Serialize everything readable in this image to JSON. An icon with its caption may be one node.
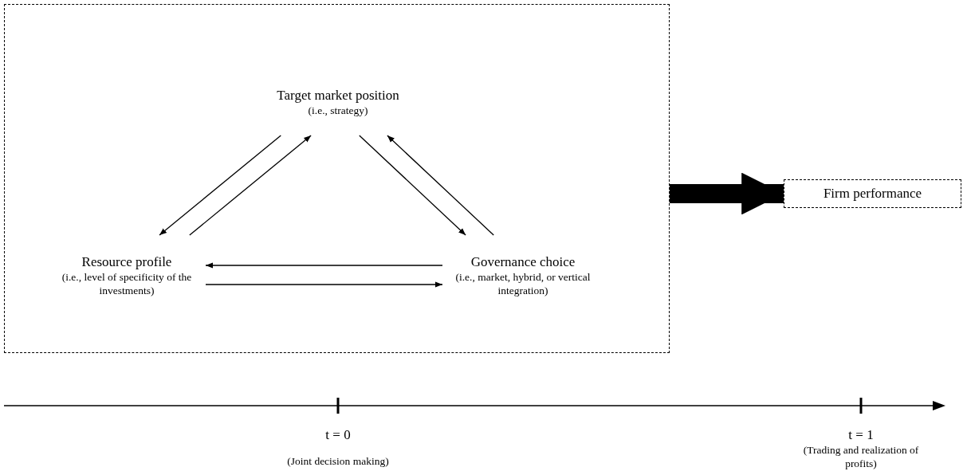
{
  "diagram": {
    "nodes": [
      {
        "text": [],
        "shape": "box"
      },
      {
        "text": [
          "Target market position",
          "(i.e., strategy)"
        ],
        "in": 0
      },
      {
        "text": [
          "Resource profile",
          "(i.e., level of specificity of the investments)"
        ],
        "in": 0
      },
      {
        "text": [
          "Governance choice",
          "(i.e., market, hybrid, or vertical integration)"
        ],
        "in": 0
      },
      {
        "text": [
          "Firm performance"
        ]
      }
    ],
    "edges": [
      {
        "from": 2,
        "to": 1,
        "arrow": "to"
      },
      {
        "from": 1,
        "to": 2,
        "arrow": "to"
      },
      {
        "from": 1,
        "to": 3,
        "arrow": "to"
      },
      {
        "from": 3,
        "to": 1,
        "arrow": "to"
      },
      {
        "from": 2,
        "to": 3,
        "arrow": "to"
      },
      {
        "from": 3,
        "to": 2,
        "arrow": "to"
      },
      {
        "from": 0,
        "to": 4,
        "arrow": "to",
        "style": "thick"
      }
    ],
    "labels": [
      "t = 0",
      "(Joint decision making)",
      "t = 1",
      "(Trading and realization of profits)"
    ]
  }
}
